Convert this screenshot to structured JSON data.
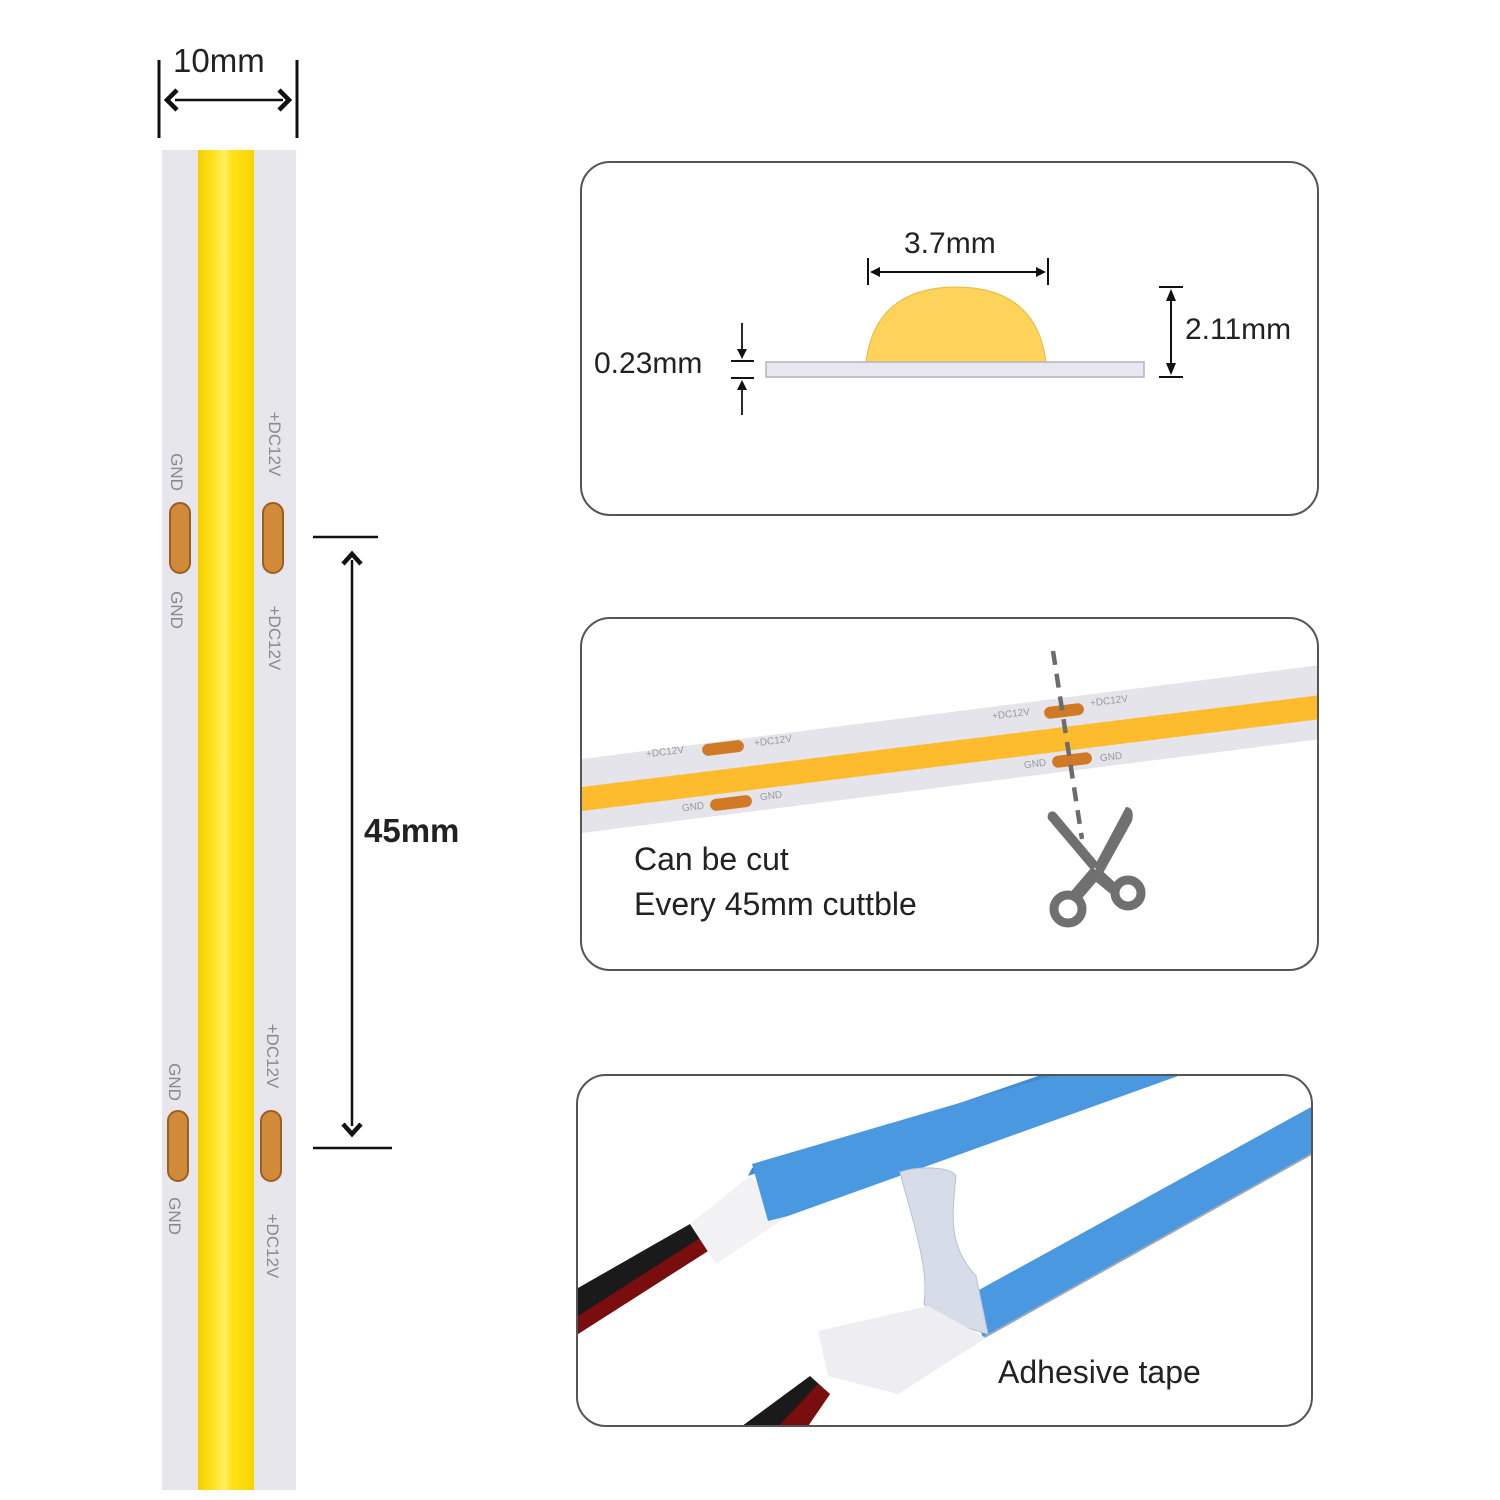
{
  "left_strip": {
    "width_label": "10mm",
    "spacing_label": "45mm",
    "pad_labels": {
      "gnd": "GND",
      "dc": "+DC12V"
    },
    "colors": {
      "cob_yellow": "#FFE11A",
      "cob_highlight": "#FFF060",
      "pcb_white": "#E6E6EC",
      "pad_copper": "#D08A3A"
    }
  },
  "panel_profile": {
    "led_width_label": "3.7mm",
    "total_height_label": "2.11mm",
    "pcb_thickness_label": "0.23mm",
    "colors": {
      "dome": "#FDD35A",
      "pcb": "#E7E7F0"
    }
  },
  "panel_cut": {
    "caption_line1": "Can be cut",
    "caption_line2": "Every 45mm cuttble",
    "pad_label_dc": "+DC12V",
    "pad_label_gnd": "GND",
    "icon": "scissors-icon",
    "colors": {
      "strip_yellow": "#FDBB2E",
      "icon_gray": "#707070"
    }
  },
  "panel_tape": {
    "caption": "Adhesive tape",
    "colors": {
      "tape_blue": "#4A98E0",
      "wire_red": "#8A1010",
      "wire_black": "#1a1a1a"
    }
  }
}
